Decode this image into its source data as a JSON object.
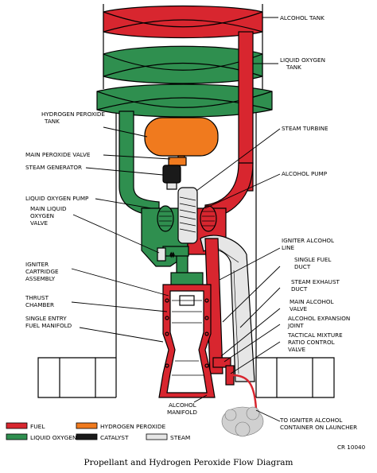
{
  "colors": {
    "fuel": "#d8262f",
    "liquid_oxygen": "#2f8f4f",
    "hydrogen_peroxide": "#f07a1e",
    "catalyst": "#1a1a1a",
    "steam": "#e6e6e6",
    "outline": "#000000"
  },
  "labels": {
    "alcohol_tank": "ALCOHOL TANK",
    "lox_tank_1": "LIQUID OXYGEN",
    "lox_tank_2": "TANK",
    "h2o2_tank_1": "HYDROGEN PEROXIDE",
    "h2o2_tank_2": "TANK",
    "main_peroxide_valve": "MAIN PEROXIDE VALVE",
    "steam_generator": "STEAM GENERATOR",
    "steam_turbine": "STEAM TURBINE",
    "alcohol_pump": "ALCOHOL PUMP",
    "lox_pump": "LIQUID OXYGEN PUMP",
    "main_lox_valve_1": "MAIN LIQUID",
    "main_lox_valve_2": "OXYGEN",
    "main_lox_valve_3": "VALVE",
    "igniter_cartridge_1": "IGNITER",
    "igniter_cartridge_2": "CARTRIDGE",
    "igniter_cartridge_3": "ASSEMBLY",
    "thrust_chamber_1": "THRUST",
    "thrust_chamber_2": "CHAMBER",
    "single_entry_1": "SINGLE ENTRY",
    "single_entry_2": "FUEL MANIFOLD",
    "igniter_alcohol_line_1": "IGNITER ALCOHOL",
    "igniter_alcohol_line_2": "LINE",
    "single_fuel_duct_1": "SINGLE FUEL",
    "single_fuel_duct_2": "DUCT",
    "steam_exhaust_1": "STEAM EXHAUST",
    "steam_exhaust_2": "DUCT",
    "main_alcohol_valve_1": "MAIN ALCOHOL",
    "main_alcohol_valve_2": "VALVE",
    "alcohol_expansion_1": "ALCOHOL EXPANSION",
    "alcohol_expansion_2": "JOINT",
    "tactical_mixture_1": "TACTICAL MIXTURE",
    "tactical_mixture_2": "RATIO CONTROL",
    "tactical_mixture_3": "VALVE",
    "alcohol_manifold_1": "ALCOHOL",
    "alcohol_manifold_2": "MANIFOLD",
    "to_igniter_1": "TO IGNITER ALCOHOL",
    "to_igniter_2": "CONTAINER ON LAUNCHER"
  },
  "legend": [
    {
      "label": "FUEL",
      "color": "#d8262f"
    },
    {
      "label": "HYDROGEN PEROXIDE",
      "color": "#f07a1e"
    },
    {
      "label": "LIQUID OXYGEN",
      "color": "#2f8f4f"
    },
    {
      "label": "CATALYST",
      "color": "#1a1a1a"
    },
    {
      "label": "STEAM",
      "color": "#e6e6e6"
    }
  ],
  "reference": "CR 10040",
  "caption": "Propellant and Hydrogen Peroxide Flow Diagram"
}
